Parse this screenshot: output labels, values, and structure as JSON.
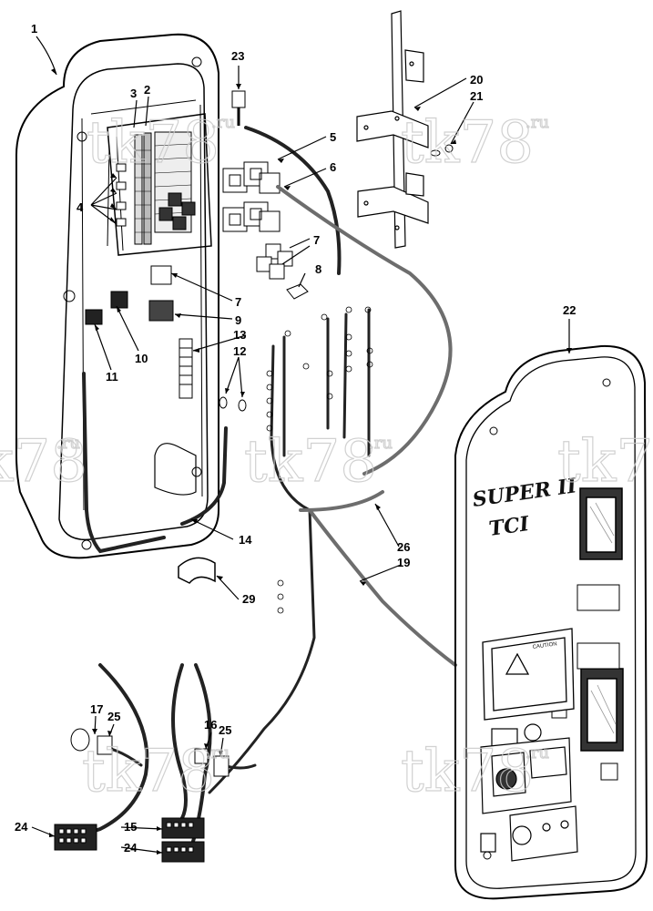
{
  "diagram": {
    "callouts": [
      "1",
      "2",
      "3",
      "4",
      "5",
      "6",
      "7",
      "7",
      "8",
      "9",
      "10",
      "11",
      "12",
      "13",
      "14",
      "15",
      "16",
      "17",
      "19",
      "20",
      "21",
      "22",
      "23",
      "24",
      "24",
      "25",
      "25",
      "26",
      "29"
    ],
    "watermarks": [
      "tk78",
      ".ru"
    ],
    "panel": {
      "brand_line1": "SUPER II",
      "brand_line2": "TCI",
      "caution": "CAUTION"
    }
  }
}
